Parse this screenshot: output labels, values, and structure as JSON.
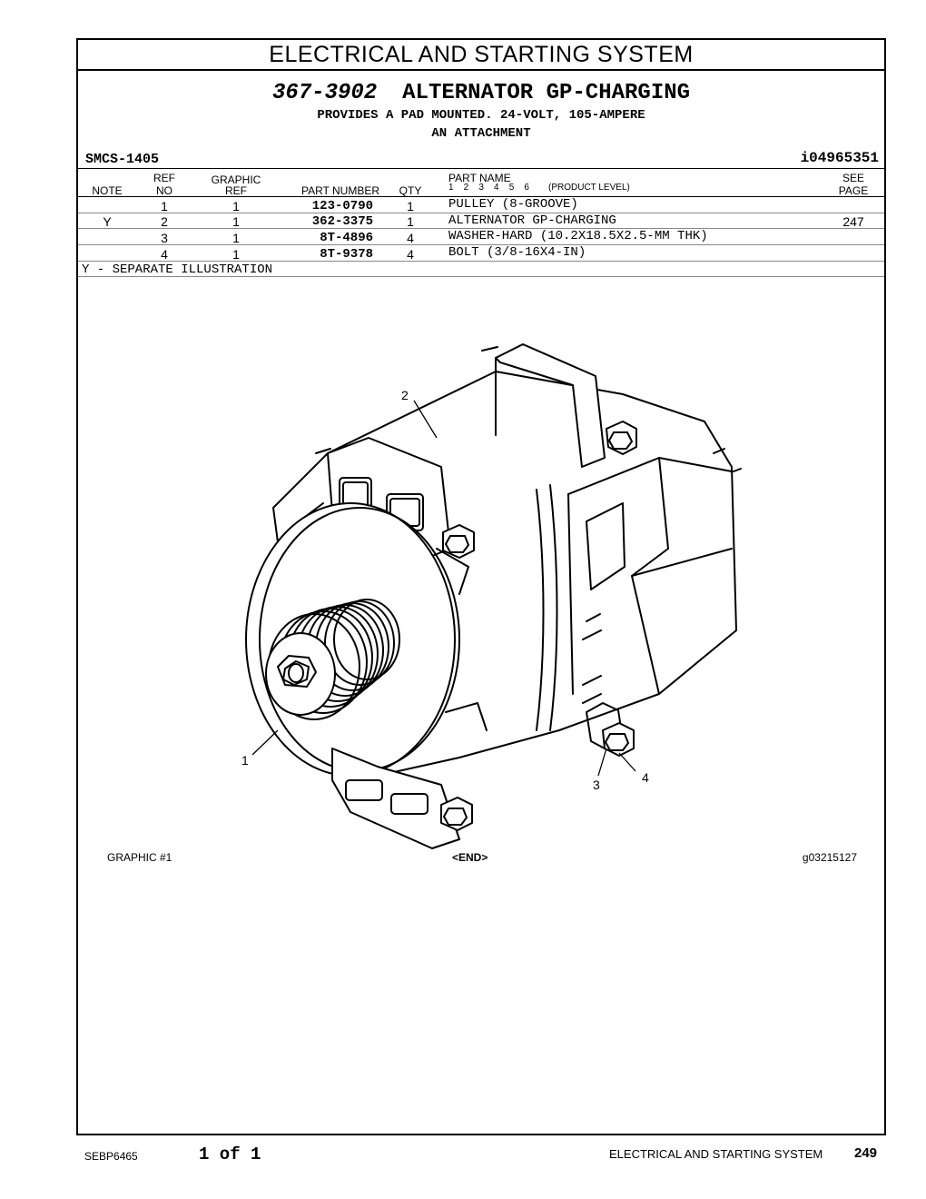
{
  "section_title": "ELECTRICAL AND STARTING SYSTEM",
  "group": {
    "number": "367-3902",
    "name": "ALTERNATOR GP-CHARGING",
    "description_line1": "PROVIDES A PAD MOUNTED. 24-VOLT, 105-AMPERE",
    "description_line2": "AN ATTACHMENT"
  },
  "smcs": "SMCS-1405",
  "doc_id": "i04965351",
  "table": {
    "headers": {
      "note": "NOTE",
      "ref_top": "REF",
      "ref_bottom": "NO",
      "graphic_top": "GRAPHIC",
      "graphic_bottom": "REF",
      "part_number": "PART NUMBER",
      "qty": "QTY",
      "part_name": "PART NAME",
      "levels": "1    2    3    4    5    6",
      "product_level": "(PRODUCT LEVEL)",
      "see_top": "SEE",
      "see_bottom": "PAGE"
    },
    "rows": [
      {
        "note": "",
        "ref": "1",
        "graphic": "1",
        "part_number": "123-0790",
        "qty": "1",
        "name": "PULLEY (8-GROOVE)",
        "see": ""
      },
      {
        "note": "Y",
        "ref": "2",
        "graphic": "1",
        "part_number": "362-3375",
        "qty": "1",
        "name": "ALTERNATOR GP-CHARGING",
        "see": "247"
      },
      {
        "note": "",
        "ref": "3",
        "graphic": "1",
        "part_number": "8T-4896",
        "qty": "4",
        "name": "WASHER-HARD (10.2X18.5X2.5-MM THK)",
        "see": ""
      },
      {
        "note": "",
        "ref": "4",
        "graphic": "1",
        "part_number": "8T-9378",
        "qty": "4",
        "name": "BOLT (3/8-16X4-IN)",
        "see": ""
      }
    ]
  },
  "separate_note": "Y - SEPARATE ILLUSTRATION",
  "illustration": {
    "callouts": [
      "2",
      "1",
      "3",
      "4"
    ]
  },
  "graphic_footer": {
    "label": "GRAPHIC #1",
    "end": "<END>",
    "id": "g03215127"
  },
  "footer": {
    "doc": "SEBP6465",
    "page_of": "1 of 1",
    "section": "ELECTRICAL AND STARTING SYSTEM",
    "page_number": "249"
  }
}
